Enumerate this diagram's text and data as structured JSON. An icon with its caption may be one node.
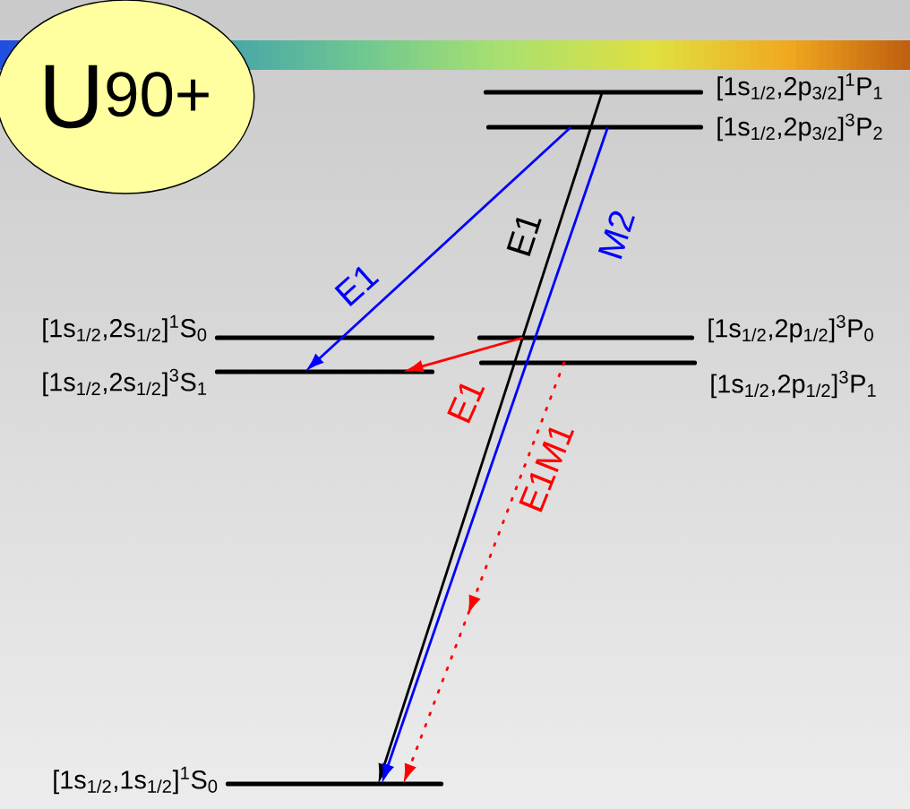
{
  "diagram": {
    "nodes": [
      {
        "text": [
          "U$^{90+}$"
        ]
      },
      {
        "text": [
          "[1s$_{1/2}$,2p$_{3/2}$]$^{1}$P$_{1}$"
        ]
      },
      {
        "text": [
          "[1s$_{1/2}$,2p$_{3/2}$]$^{3}$P$_{2}$"
        ]
      },
      {
        "text": [
          "[1s$_{1/2}$,2s$_{1/2}$]$^{1}$S$_{0}$"
        ]
      },
      {
        "text": [
          "[1s$_{1/2}$,2p$_{1/2}$]$^{3}$P$_{0}$"
        ]
      },
      {
        "text": [
          "[1s$_{1/2}$,2s$_{1/2}$]$^{3}$S$_{1}$"
        ]
      },
      {
        "text": [
          "[1s$_{1/2}$,2p$_{1/2}$]$^{3}$P$_{1}$"
        ]
      },
      {
        "text": [
          "[1s$_{1/2}$,1s$_{1/2}$]$^{1}$S$_{0}$"
        ]
      }
    ],
    "edges": [
      {
        "from": 2,
        "to": 5,
        "arrow": "to",
        "label": "E1",
        "color": "#0000ff"
      },
      {
        "from": 1,
        "to": 7,
        "arrow": "to",
        "label": "E1",
        "color": "#000000"
      },
      {
        "from": 2,
        "to": 7,
        "arrow": "to",
        "label": "M2",
        "color": "#0000ff"
      },
      {
        "from": 4,
        "to": 5,
        "arrow": "to",
        "label": "E1",
        "color": "#ff0000"
      },
      {
        "from": 6,
        "to": 7,
        "arrow": "to",
        "label": "E1M1",
        "style": "dashed",
        "color": "#ff0000"
      }
    ]
  }
}
